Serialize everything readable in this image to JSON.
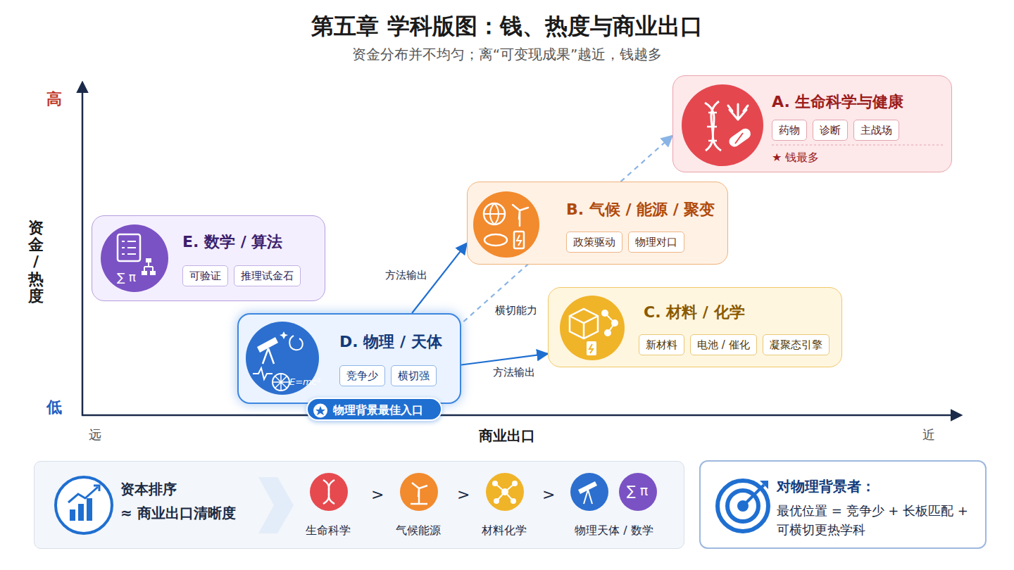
{
  "diagram": {
    "title": "第五章 学科版图：钱、热度与商业出口",
    "caption": "资金分布并不均匀；离“可变现成果”越近，钱越多",
    "nodes": [
      {
        "text": [
          "A. 生命科学与健康",
          "★ 钱最多"
        ]
      },
      {
        "text": [
          "药物"
        ],
        "in": 0
      },
      {
        "text": [
          "诊断"
        ],
        "in": 0
      },
      {
        "text": [
          "主战场"
        ],
        "in": 0
      },
      {
        "text": [
          "B. 气候 / 能源 / 聚变"
        ]
      },
      {
        "text": [
          "政策驱动"
        ],
        "in": 4
      },
      {
        "text": [
          "物理对口"
        ],
        "in": 4
      },
      {
        "text": [
          "C. 材料 / 化学"
        ]
      },
      {
        "text": [
          "新材料"
        ],
        "in": 7
      },
      {
        "text": [
          "电池 / 催化"
        ],
        "in": 7
      },
      {
        "text": [
          "凝聚态引擎"
        ],
        "in": 7
      },
      {
        "text": [
          "D. 物理 / 天体"
        ]
      },
      {
        "text": [
          "竞争少"
        ],
        "in": 11
      },
      {
        "text": [
          "横切强"
        ],
        "in": 11
      },
      {
        "text": [
          "物理背景最佳入口"
        ]
      },
      {
        "text": [
          "E. 数学 / 算法"
        ]
      },
      {
        "text": [
          "可验证"
        ],
        "in": 15
      },
      {
        "text": [
          "推理试金石"
        ],
        "in": 15
      },
      {
        "text": [
          "资本排序",
          "≈ 商业出口清晰度"
        ]
      },
      {
        "text": [
          "对物理背景者：",
          "最优位置 = 竞争少 + 长板匹配 + 可横切更热学科"
        ]
      }
    ],
    "edges": [
      {
        "from": 11,
        "to": 4,
        "arrow": "to",
        "label": "方法输出"
      },
      {
        "from": 11,
        "to": 7,
        "arrow": "to",
        "label": "方法输出"
      },
      {
        "from": 11,
        "to": 0,
        "arrow": "to",
        "label": "横切能力"
      }
    ],
    "labels": [
      "高",
      "低",
      "资金 / 热度",
      "远",
      "近",
      "商业出口",
      "E=mc²",
      "∑ π",
      "∑ π",
      ">",
      ">",
      ">",
      "生命科学",
      "气候能源",
      "材料化学",
      "物理天体 / 数学"
    ]
  }
}
